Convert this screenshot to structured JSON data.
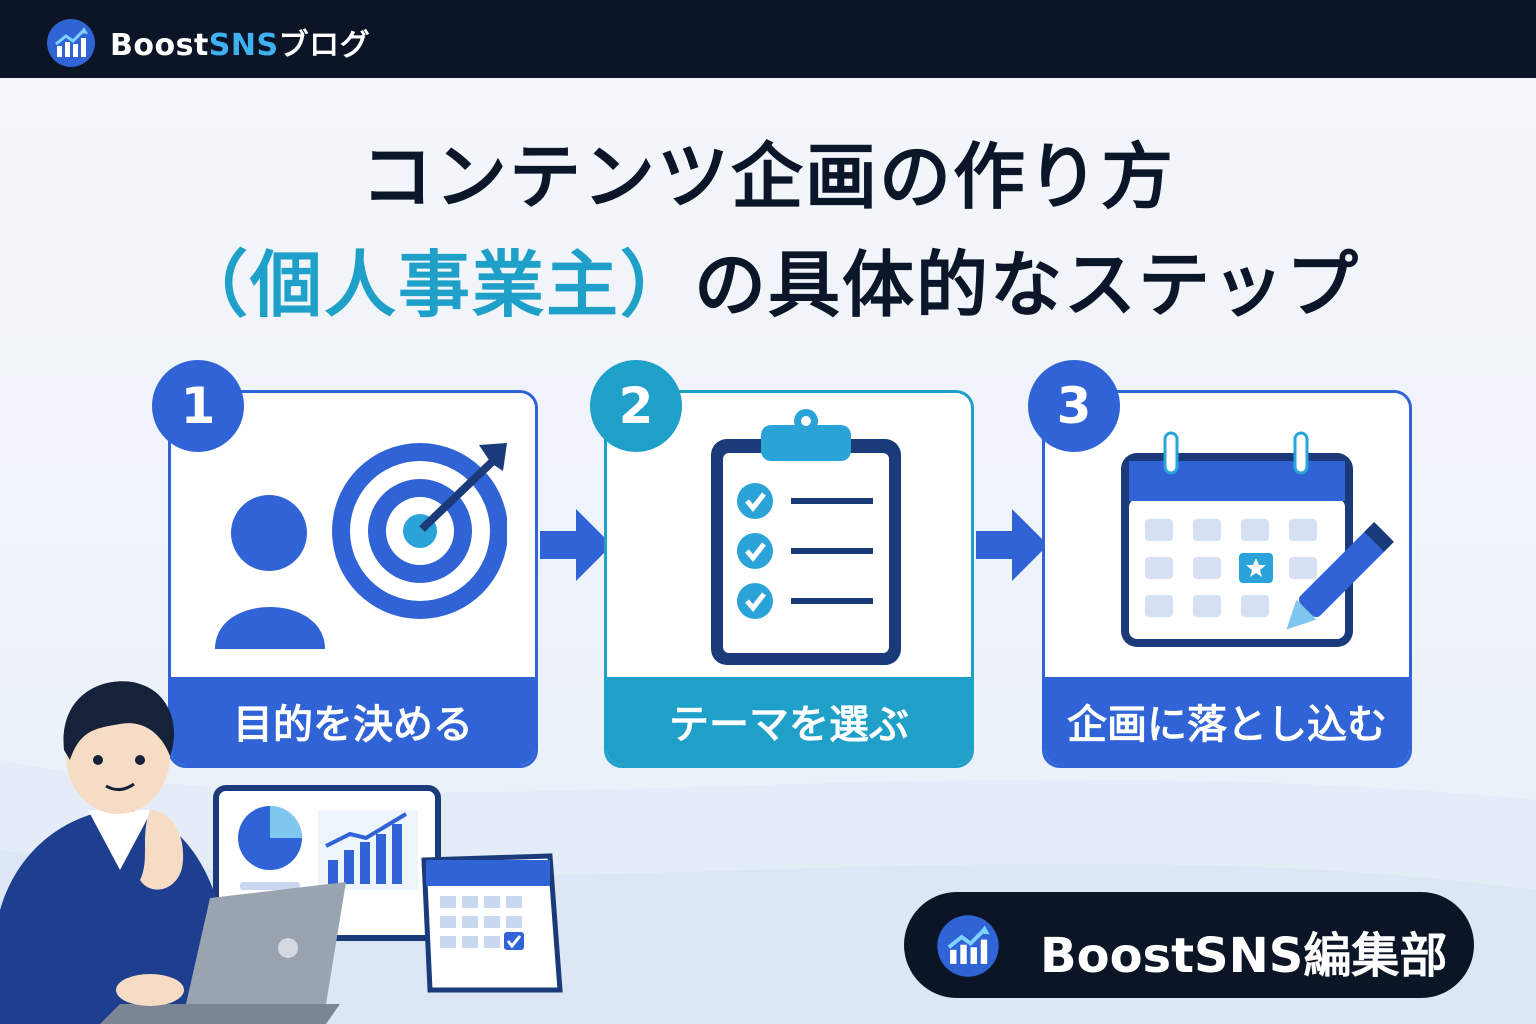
{
  "header": {
    "logo_icon": "trending-chart-icon",
    "brand_prefix": "Boost",
    "brand_sns": "SNS",
    "brand_suffix": "ブログ"
  },
  "title": {
    "line1": "コンテンツ企画の作り方",
    "line2_highlight": "（個人事業主）",
    "line2_rest": "の具体的なステップ"
  },
  "steps": [
    {
      "number": "1",
      "label": "目的を決める",
      "icon": "person-target-icon",
      "color": "#2f63d6"
    },
    {
      "number": "2",
      "label": "テーマを選ぶ",
      "icon": "clipboard-checklist-icon",
      "color": "#1fa0c9"
    },
    {
      "number": "3",
      "label": "企画に落とし込む",
      "icon": "calendar-pencil-icon",
      "color": "#2f63d6"
    }
  ],
  "badge": {
    "icon": "trending-chart-icon",
    "text": "BoostSNS編集部"
  },
  "colors": {
    "navy": "#0b1526",
    "blue": "#2f63d6",
    "cyan": "#1fa0c9",
    "brand_sns": "#3fb0f0"
  }
}
